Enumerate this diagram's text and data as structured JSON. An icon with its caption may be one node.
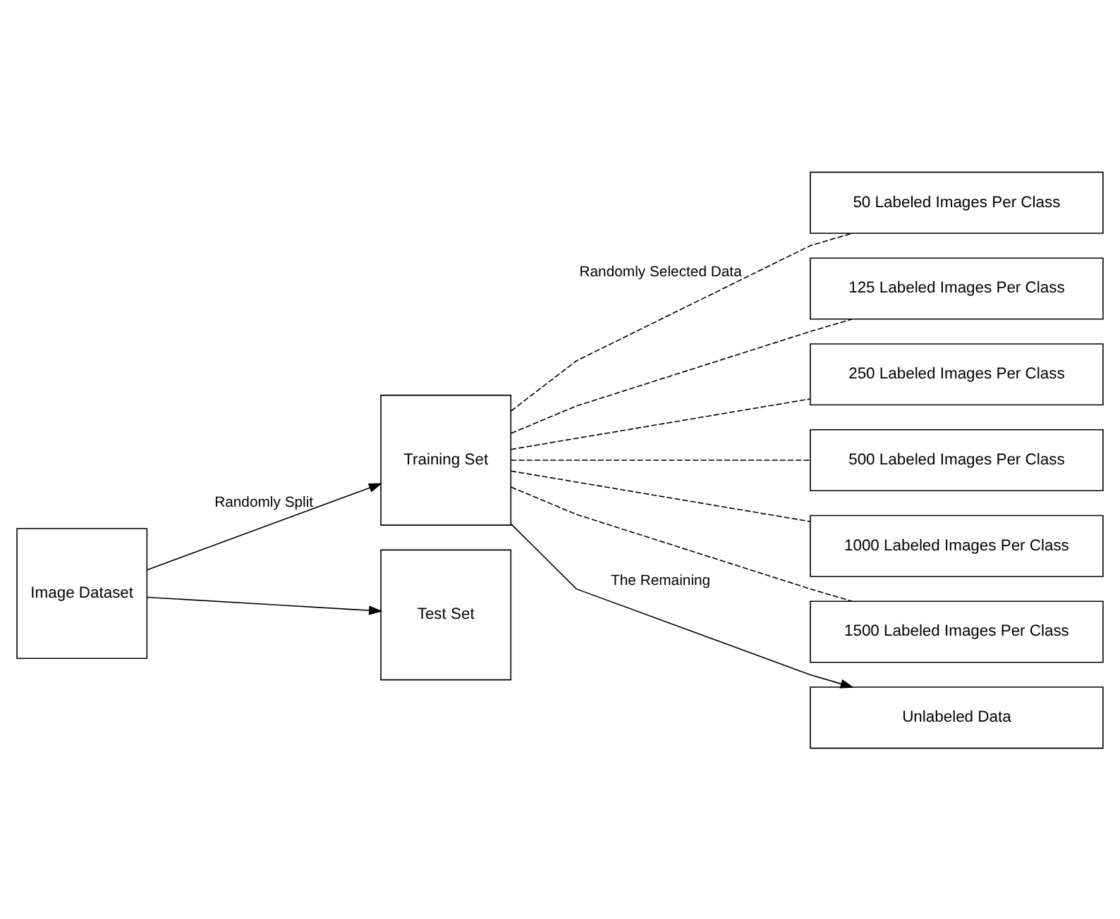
{
  "diagram": {
    "nodes": [
      {
        "text": [
          "Image Dataset"
        ]
      },
      {
        "text": [
          "Training Set"
        ]
      },
      {
        "text": [
          "Test Set"
        ]
      },
      {
        "text": [
          "50 Labeled Images Per Class"
        ]
      },
      {
        "text": [
          "125 Labeled Images Per Class"
        ]
      },
      {
        "text": [
          "250 Labeled Images Per Class"
        ]
      },
      {
        "text": [
          "500 Labeled Images Per Class"
        ]
      },
      {
        "text": [
          "1000 Labeled Images Per Class"
        ]
      },
      {
        "text": [
          "1500 Labeled Images Per Class"
        ]
      },
      {
        "text": [
          "Unlabeled Data"
        ]
      }
    ],
    "edges": [
      {
        "from": 0,
        "to": 1,
        "arrow": "to",
        "label": "Randomly Split"
      },
      {
        "from": 0,
        "to": 2,
        "arrow": "to"
      },
      {
        "from": 1,
        "to": 3,
        "arrow": "none",
        "style": "dashed",
        "label": "Randomly Selected Data"
      },
      {
        "from": 1,
        "to": 4,
        "arrow": "none",
        "style": "dashed"
      },
      {
        "from": 1,
        "to": 5,
        "arrow": "none",
        "style": "dashed"
      },
      {
        "from": 1,
        "to": 6,
        "arrow": "none",
        "style": "dashed"
      },
      {
        "from": 1,
        "to": 7,
        "arrow": "none",
        "style": "dashed"
      },
      {
        "from": 1,
        "to": 8,
        "arrow": "none",
        "style": "dashed"
      },
      {
        "from": 1,
        "to": 9,
        "arrow": "to",
        "label": "The Remaining"
      }
    ]
  }
}
